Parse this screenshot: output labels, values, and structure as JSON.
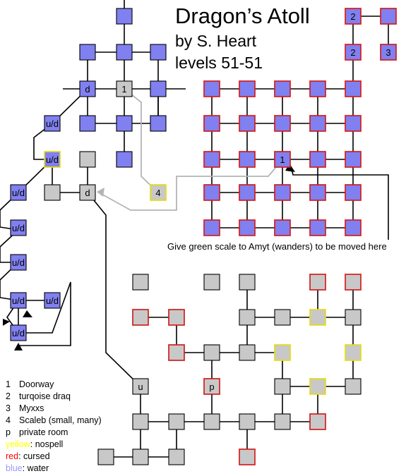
{
  "title": "Dragon’s Atoll",
  "author": "by S. Heart",
  "levels": "levels 51-51",
  "note": "Give green scale to Amyt (wanders) to be moved here",
  "legend": [
    {
      "key": "1",
      "text": "Doorway"
    },
    {
      "key": "2",
      "text": "turqoise draq"
    },
    {
      "key": "3",
      "text": "Myxxs"
    },
    {
      "key": "4",
      "text": "Scaleb (small, many)"
    },
    {
      "key": "p",
      "text": "private room"
    }
  ],
  "legend_colors": [
    {
      "word": "yellow",
      "rest": ": nospell",
      "color": "#ffff00"
    },
    {
      "word": "red",
      "rest": ": cursed",
      "color": "#ff0000"
    },
    {
      "word": "blue",
      "rest": ": water",
      "color": "#9999ff"
    }
  ],
  "room_labels": {
    "doorway": "1",
    "draq": "2",
    "myxxs": "3",
    "scaleb": "4",
    "private": "p",
    "down": "d",
    "up": "u",
    "updown": "u/d"
  },
  "colors": {
    "water_fill": "#8080f0",
    "plain_fill": "#c8c8c8",
    "cursed_border": "#d21e1e",
    "nospell_border": "#e6dc14",
    "default_border": "#000000",
    "arrow_gray": "#b4b4b4"
  }
}
